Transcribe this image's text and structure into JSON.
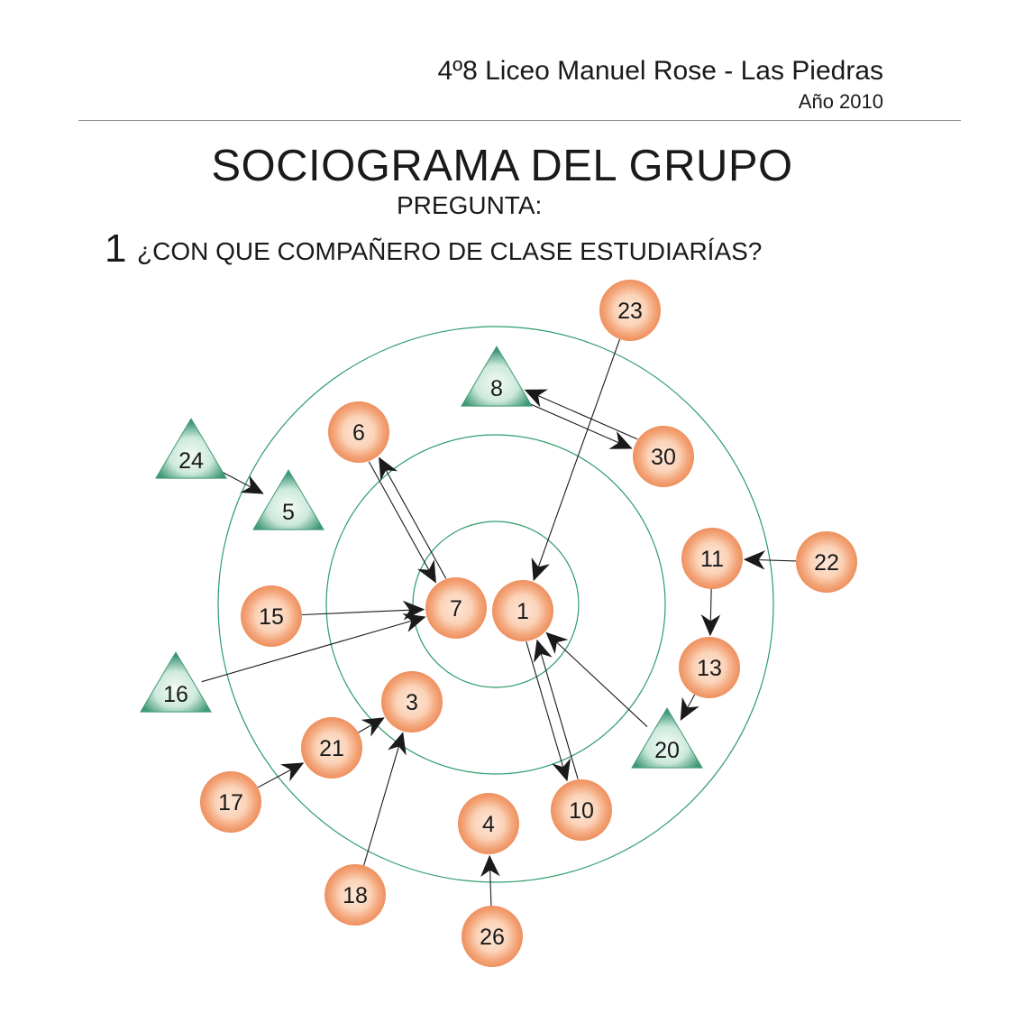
{
  "header": {
    "school": "4º8  Liceo Manuel Rose - Las Piedras",
    "year": "Año 2010"
  },
  "title": "SOCIOGRAMA DEL GRUPO",
  "subtitle": "PREGUNTA:",
  "question": {
    "number": "1",
    "text": "¿CON QUE COMPAÑERO DE CLASE ESTUDIARÍAS?"
  },
  "colors": {
    "ring": "#2e9c6a",
    "circle_outer": "#ee8f5e",
    "circle_inner": "#fde6d6",
    "triangle_outer": "#3f9878",
    "triangle_inner": "#f2fbf6",
    "arrow": "#1a1a1a"
  },
  "nodes": [
    {
      "id": "1",
      "shape": "circle"
    },
    {
      "id": "3",
      "shape": "circle"
    },
    {
      "id": "4",
      "shape": "circle"
    },
    {
      "id": "5",
      "shape": "triangle"
    },
    {
      "id": "6",
      "shape": "circle"
    },
    {
      "id": "7",
      "shape": "circle"
    },
    {
      "id": "8",
      "shape": "triangle"
    },
    {
      "id": "10",
      "shape": "circle"
    },
    {
      "id": "11",
      "shape": "circle"
    },
    {
      "id": "13",
      "shape": "circle"
    },
    {
      "id": "15",
      "shape": "circle"
    },
    {
      "id": "16",
      "shape": "triangle"
    },
    {
      "id": "17",
      "shape": "circle"
    },
    {
      "id": "18",
      "shape": "circle"
    },
    {
      "id": "20",
      "shape": "triangle"
    },
    {
      "id": "21",
      "shape": "circle"
    },
    {
      "id": "22",
      "shape": "circle"
    },
    {
      "id": "23",
      "shape": "circle"
    },
    {
      "id": "24",
      "shape": "triangle"
    },
    {
      "id": "26",
      "shape": "circle"
    },
    {
      "id": "30",
      "shape": "circle"
    }
  ],
  "edges": [
    {
      "from": "23",
      "to": "1"
    },
    {
      "from": "8",
      "to": "30"
    },
    {
      "from": "30",
      "to": "8"
    },
    {
      "from": "24",
      "to": "5"
    },
    {
      "from": "6",
      "to": "7"
    },
    {
      "from": "7",
      "to": "6"
    },
    {
      "from": "15",
      "to": "7"
    },
    {
      "from": "16",
      "to": "7"
    },
    {
      "from": "22",
      "to": "11"
    },
    {
      "from": "11",
      "to": "13"
    },
    {
      "from": "13",
      "to": "20"
    },
    {
      "from": "20",
      "to": "1"
    },
    {
      "from": "1",
      "to": "10"
    },
    {
      "from": "10",
      "to": "1"
    },
    {
      "from": "21",
      "to": "3"
    },
    {
      "from": "17",
      "to": "21"
    },
    {
      "from": "18",
      "to": "3"
    },
    {
      "from": "26",
      "to": "4"
    }
  ]
}
